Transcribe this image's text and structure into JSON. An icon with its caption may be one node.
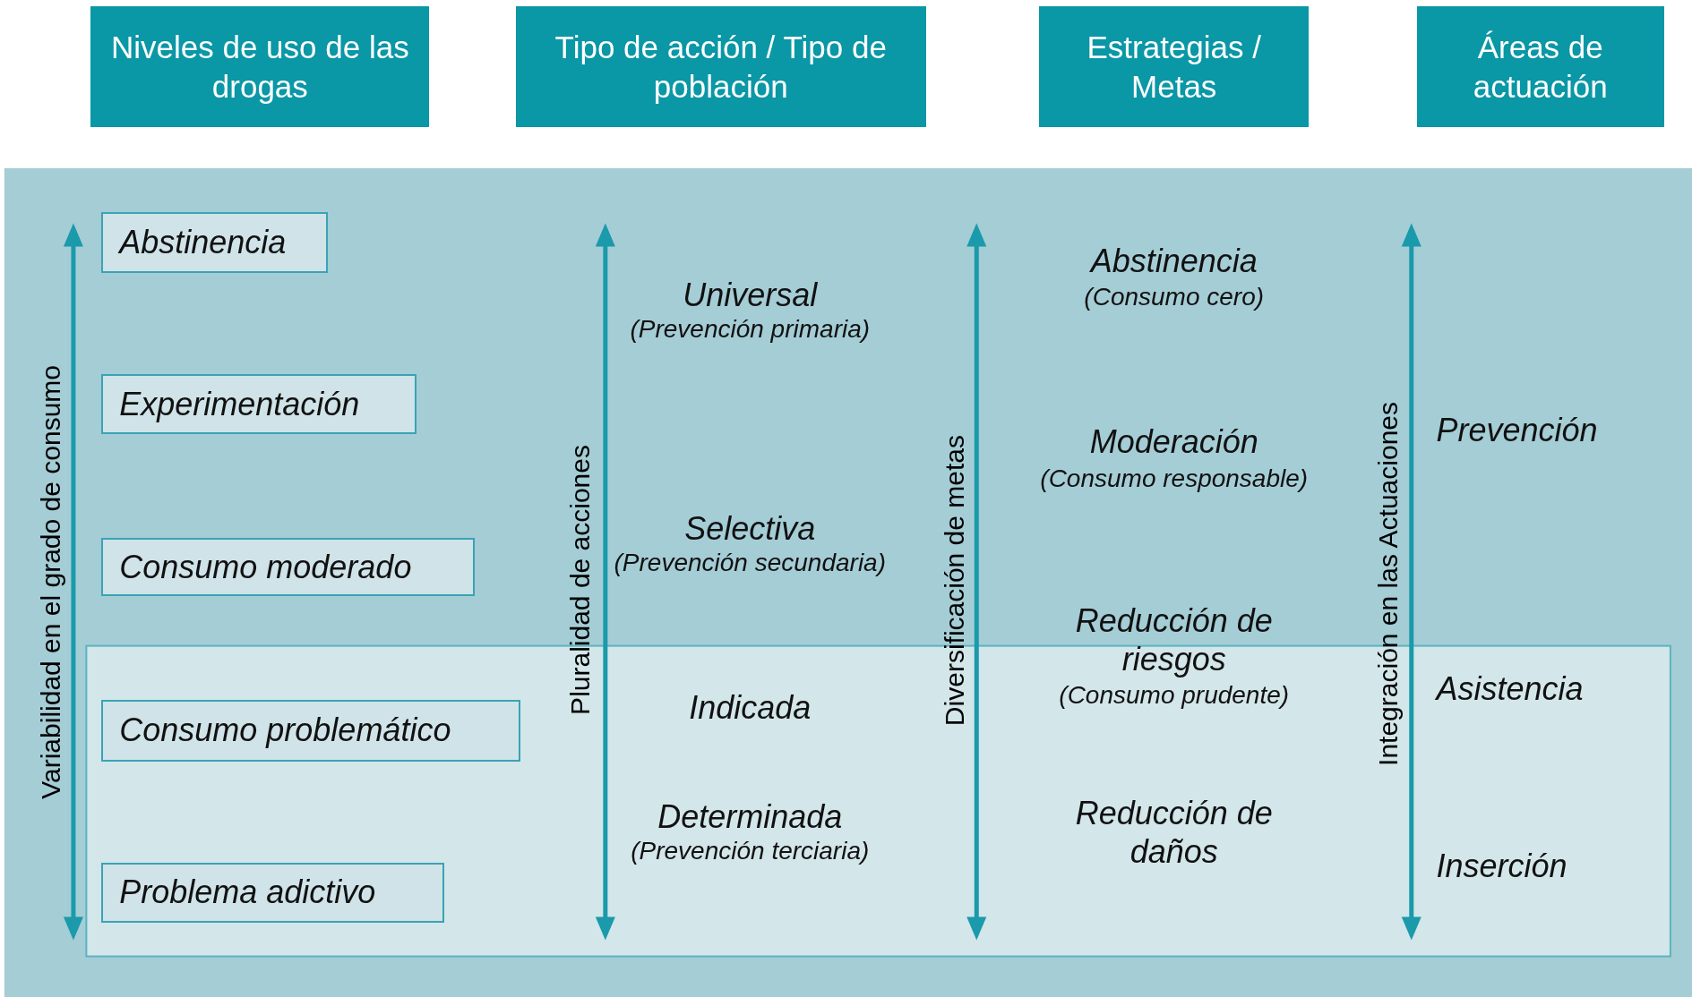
{
  "diagram": {
    "nodes": [
      {
        "text": [
          "Niveles de uso de las drogas"
        ]
      },
      {
        "text": [
          "Tipo de acción / Tipo de población"
        ]
      },
      {
        "text": [
          "Estrategias / Metas"
        ]
      },
      {
        "text": [
          "Áreas de actuación"
        ]
      },
      {
        "text": [
          "Abstinencia"
        ]
      },
      {
        "text": [
          "Experimentación"
        ]
      },
      {
        "text": [
          "Consumo moderado"
        ]
      },
      {
        "text": [
          "Consumo problemático"
        ]
      },
      {
        "text": [
          "Problema adictivo"
        ]
      }
    ],
    "edges": [],
    "labels": [
      "Variabilidad en el grado de consumo",
      "Pluralidad de acciones",
      "Universal",
      "(Prevención primaria)",
      "Selectiva",
      "(Prevención secundaria)",
      "Indicada",
      "Determinada",
      "(Prevención terciaria)",
      "Diversificación de metas",
      "Abstinencia",
      "(Consumo cero)",
      "Moderación",
      "(Consumo responsable)",
      "Reducción de riesgos",
      "(Consumo prudente)",
      "Reducción de daños",
      "Integración en las Actuaciones",
      "Prevención",
      "Asistencia",
      "Inserción"
    ]
  }
}
